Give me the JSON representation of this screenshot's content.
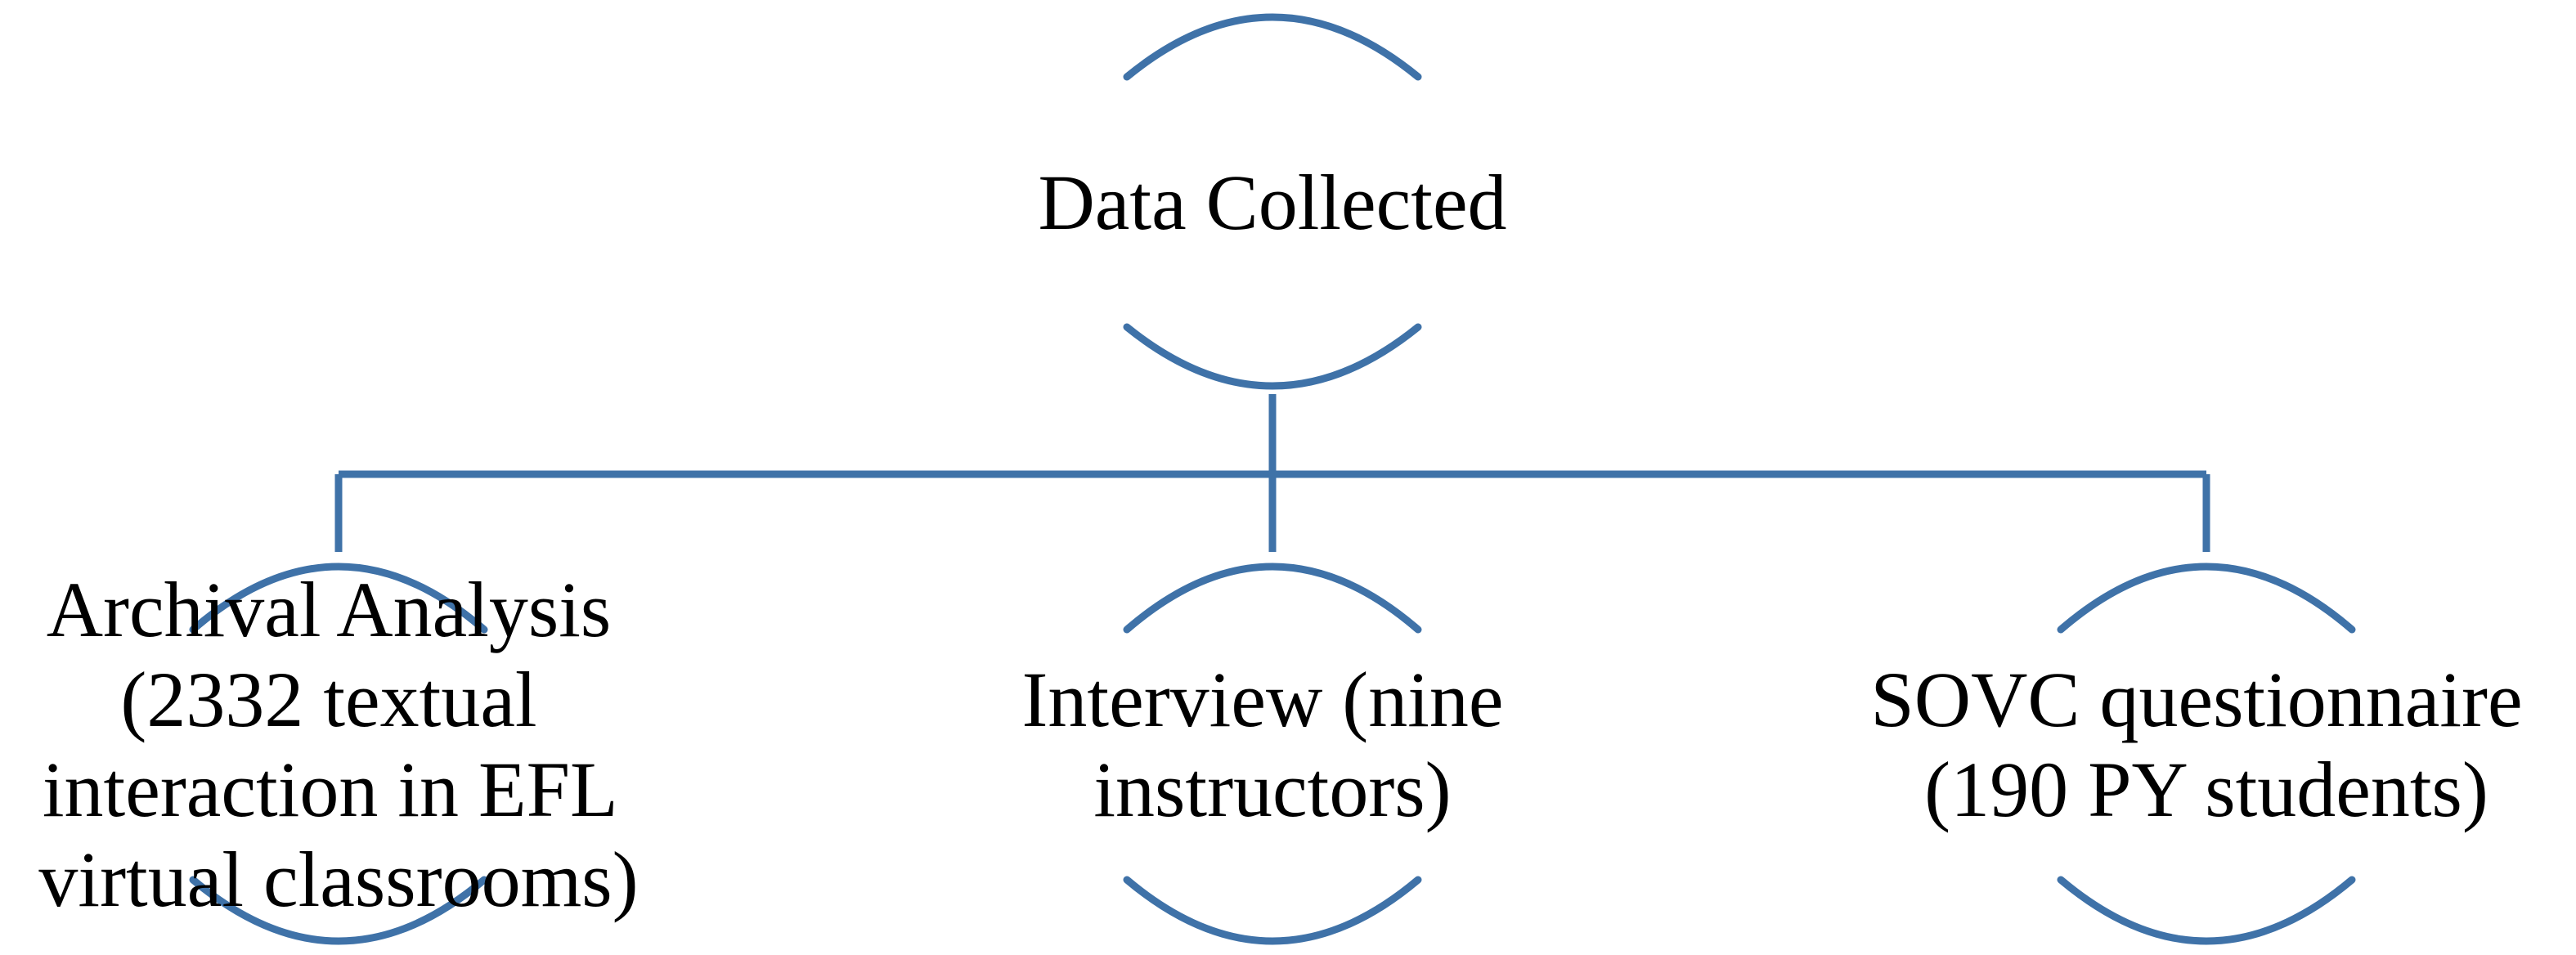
{
  "colors": {
    "line": "#3f72a8",
    "text": "#000000"
  },
  "root": {
    "lines": [
      "Data Collected"
    ]
  },
  "children": [
    {
      "key": "archival",
      "lines": [
        "Archival Analysis",
        "(2332 textual",
        "interaction in EFL",
        "virtual classrooms)"
      ]
    },
    {
      "key": "interview",
      "lines": [
        "Interview (nine",
        "instructors)"
      ]
    },
    {
      "key": "sovc",
      "lines": [
        "SOVC questionnaire",
        "(190 PY students)"
      ]
    }
  ]
}
